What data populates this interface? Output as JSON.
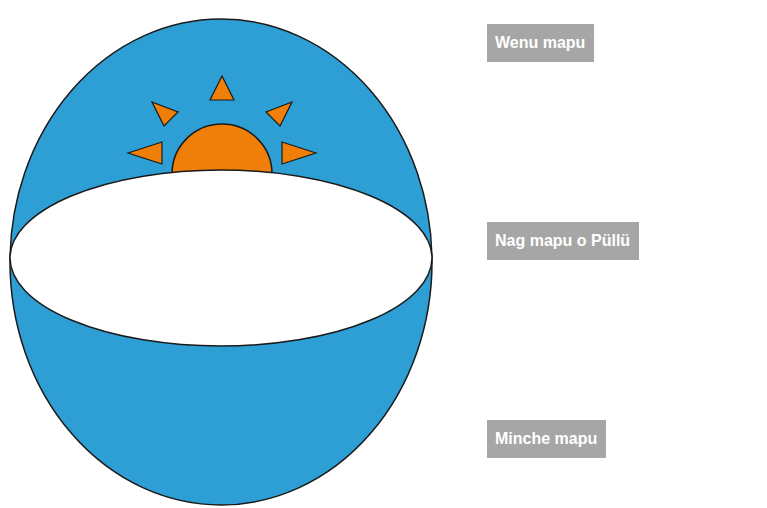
{
  "diagram": {
    "nodes": [
      {
        "text": [
          "Wenu mapu"
        ]
      },
      {
        "text": [
          "Nag mapu o Püllü"
        ]
      },
      {
        "text": [
          "Minche mapu"
        ]
      }
    ]
  }
}
